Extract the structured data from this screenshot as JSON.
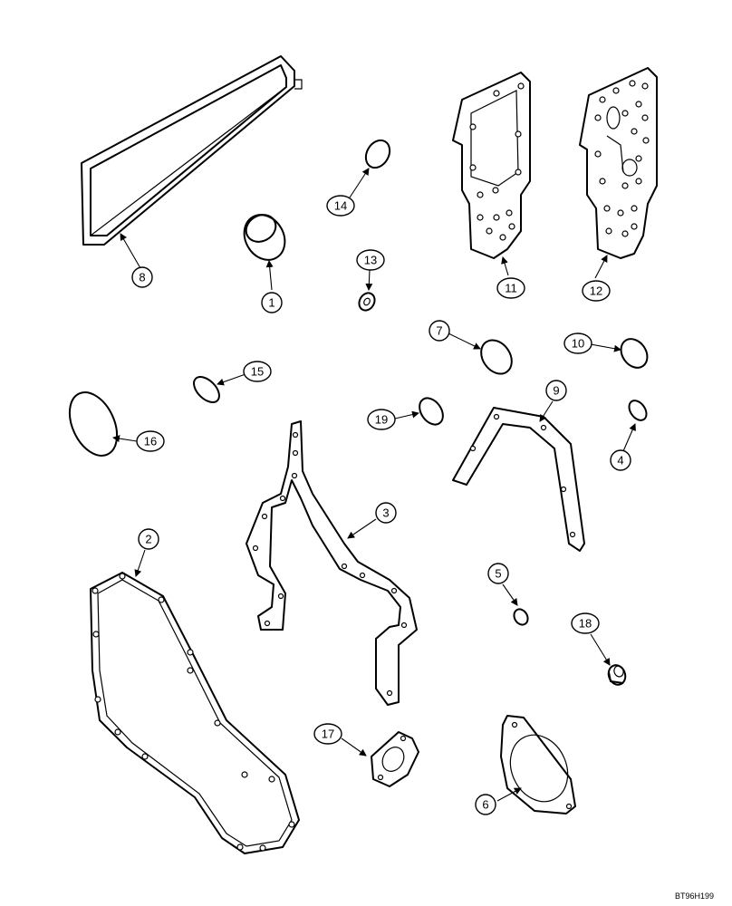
{
  "drawing_code": "BT96H199",
  "callouts": {
    "c1": "1",
    "c2": "2",
    "c3": "3",
    "c4": "4",
    "c5": "5",
    "c6": "6",
    "c7": "7",
    "c8": "8",
    "c9": "9",
    "c10": "10",
    "c11": "11",
    "c12": "12",
    "c13": "13",
    "c14": "14",
    "c15": "15",
    "c16": "16",
    "c17": "17",
    "c18": "18",
    "c19": "19"
  }
}
